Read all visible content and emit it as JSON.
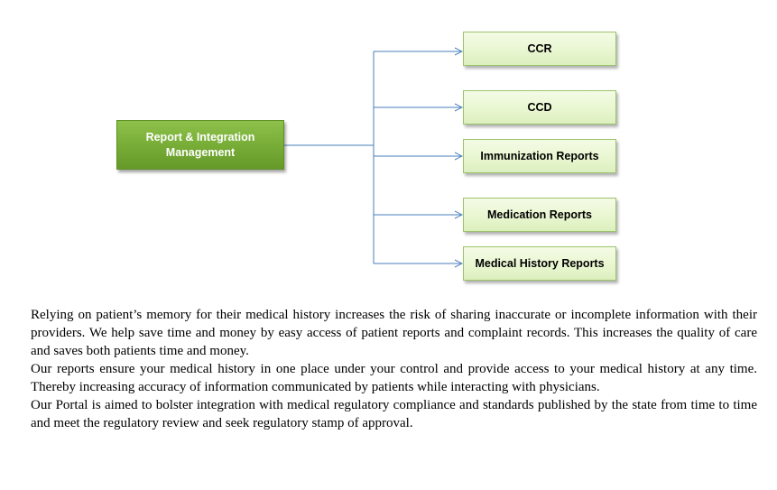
{
  "diagram": {
    "root": {
      "label": "Report & Integration Management"
    },
    "children": [
      {
        "label": "CCR"
      },
      {
        "label": "CCD"
      },
      {
        "label": "Immunization Reports"
      },
      {
        "label": "Medication Reports"
      },
      {
        "label": "Medical History Reports"
      }
    ],
    "colors": {
      "root_fill": "#76ab36",
      "child_fill": "#e8f6cf",
      "connector": "#4a7ebb"
    }
  },
  "text": {
    "paragraphs": [
      "Relying on patient’s memory for their medical history increases the risk of sharing inaccurate or incomplete information with their providers. We help save time and money by easy access of patient reports and complaint records. This increases the quality of care and saves both patients time and money.",
      "Our reports ensure your medical history in one place under your control and provide access to your medical history at any time. Thereby increasing accuracy of information communicated by patients while interacting with physicians.",
      "Our Portal is aimed to bolster integration with medical regulatory compliance and standards published by the state from time to time and meet the regulatory review and seek regulatory stamp of approval."
    ]
  }
}
